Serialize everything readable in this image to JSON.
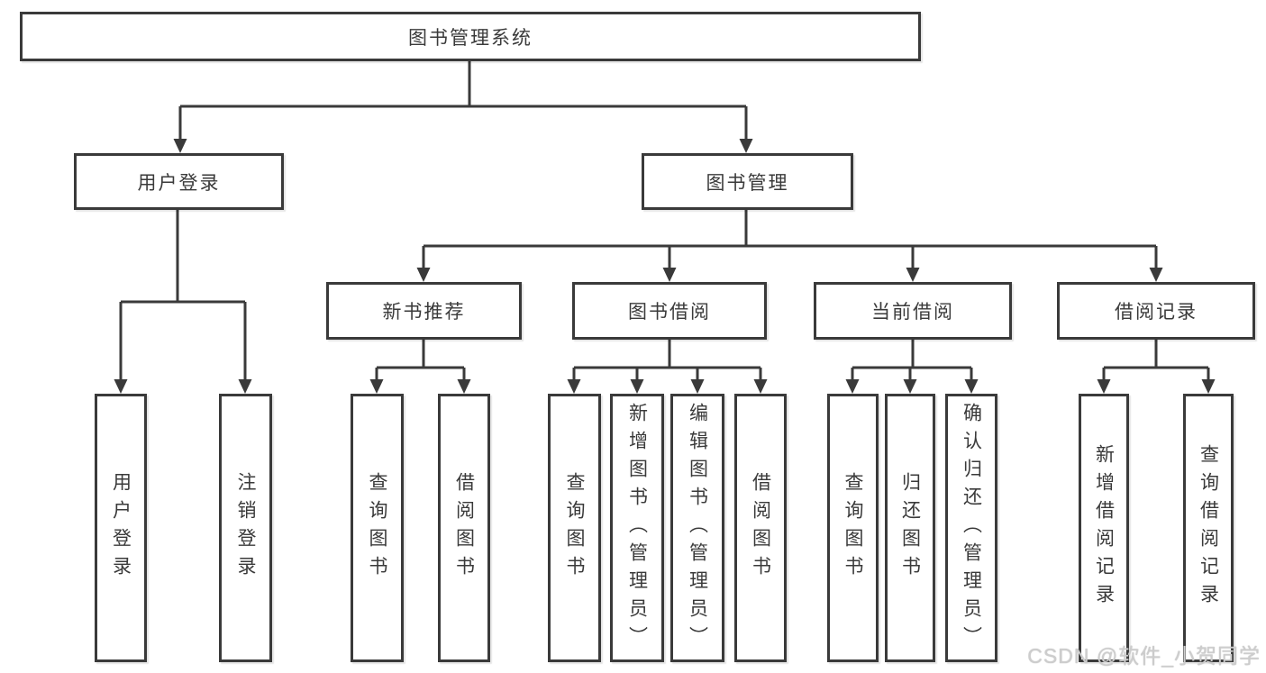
{
  "nodes": {
    "root": "图书管理系统",
    "level2": [
      "用户登录",
      "图书管理"
    ],
    "level3": [
      "新书推荐",
      "图书借阅",
      "当前借阅",
      "借阅记录"
    ],
    "leaves_group1": [
      "用户登录",
      "注销登录"
    ],
    "leaves_group2": [
      "查询图书",
      "借阅图书"
    ],
    "leaves_group3": [
      "查询图书",
      "新增图书（管理员）",
      "编辑图书（管理员）",
      "借阅图书"
    ],
    "leaves_group4": [
      "查询图书",
      "归还图书",
      "确认归还（管理员）"
    ],
    "leaves_group5": [
      "新增借阅记录",
      "查询借阅记录"
    ]
  },
  "watermark": "CSDN @软件_小贺同学",
  "colors": {
    "line": "#3a3a3a",
    "text": "#3a3a3a",
    "background": "#ffffff",
    "watermark": "#cdcdcd"
  }
}
